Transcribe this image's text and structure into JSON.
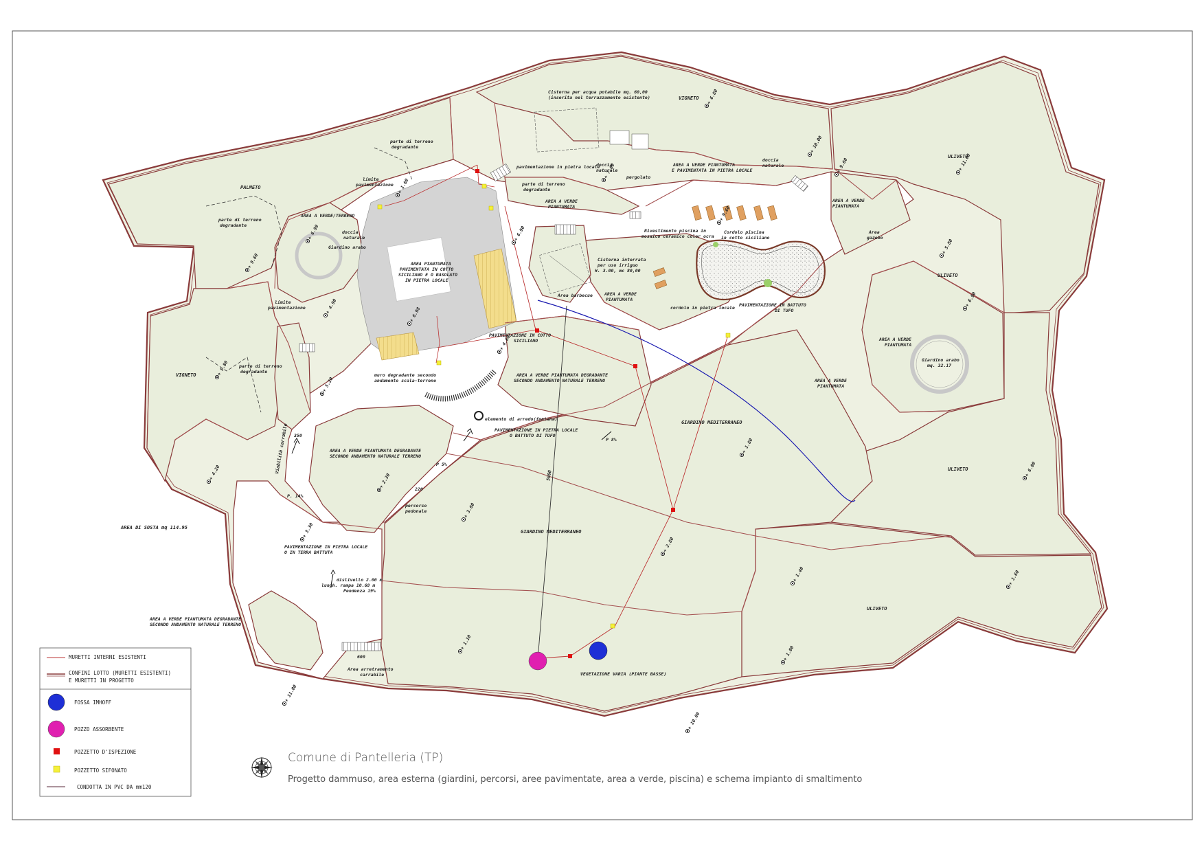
{
  "title": "Comune di Pantelleria   (TP)",
  "subtitle": "Progetto dammuso,   area esterna (giardini, percorsi, aree pavimentate, area a verde, piscina) e schema impianto di smaltimento",
  "colors": {
    "boundary": "#8a3b3b",
    "green_area": "#e9eedc",
    "paving": "#d4d4d4",
    "wood": "#f2dc8a",
    "fossa_imhoff": "#1e2fd6",
    "pozzo_assorbente": "#e020b0",
    "pozzetto_ispezione": "#e01010",
    "pozzetto_sifonato": "#f5f03a",
    "conduit": "#333333",
    "irrigation": "#1a1ab0"
  },
  "legend": {
    "items": [
      {
        "label": "MURETTI INTERNI ESISTENTI",
        "symbol": "line-thin"
      },
      {
        "label": "CONFINI LOTTO (MURETTI ESISTENTI)",
        "label2": "E MURETTI IN PROGETTO",
        "symbol": "line-double"
      },
      {
        "label": "FOSSA IMHOFF",
        "symbol": "blue-circle"
      },
      {
        "label": "POZZO ASSORBENTE",
        "symbol": "magenta-circle"
      },
      {
        "label": "POZZETTO D'ISPEZIONE",
        "symbol": "red-square"
      },
      {
        "label": "POZZETTO SIFONATO",
        "symbol": "yellow-square"
      },
      {
        "label": "CONDOTTA IN PVC DA mm120",
        "symbol": "line-dark"
      }
    ]
  },
  "labels": {
    "cisterna_acqua": "Cisterna per acqua potabile mq. 60,00",
    "cisterna_acqua2": "(inserita nel terrazzamento esistente)",
    "vigneto_top": "VIGNETO",
    "uliveto_ne": "ULIVETO",
    "uliveto_e": "ULIVETO",
    "uliveto_se": "ULIVETO",
    "uliveto_s": "ULIVETO",
    "palmeto": "PALMETO",
    "vigneto_w": "VIGNETO",
    "parte_terreno_1": "parte di terreno",
    "parte_terreno_1b": "degradante",
    "parte_terreno_2": "parte di terreno",
    "parte_terreno_2b": "degradante",
    "parte_terreno_3": "parte di terreno",
    "parte_terreno_3b": "degradante",
    "parte_terreno_4": "parte di terreno",
    "parte_terreno_4b": "degradante",
    "limite_pav_1": "limite",
    "limite_pav_1b": "pavimentazione",
    "limite_pav_2": "limite",
    "limite_pav_2b": "pavimentazione",
    "area_verde_terreno": "AREA A VERDE/TERRENO",
    "doccia_1": "doccia",
    "doccia_1b": "naturale",
    "giardino_arabo_1": "Giardino arabo",
    "area_piantumata_1": "AREA PIANTUMATA",
    "area_piantumata_2": "PAVIMENTATA IN COTTO",
    "area_piantumata_3": "SICILIANO E O BASOLATO",
    "area_piantumata_4": "IN PIETRA LOCALE",
    "pav_pietra_locale": "pavimentazione in pietra locale",
    "doccia_2": "doccia",
    "doccia_2b": "naturale",
    "pergolato": "pergolato",
    "area_verde_pavim_1": "AREA A VERDE PIANTUMATA",
    "area_verde_pavim_2": "E PAVIMENTATA IN PIETRA LOCALE",
    "doccia_3": "doccia",
    "doccia_3b": "naturale",
    "area_verde_piant_top": "AREA A VERDE",
    "area_verde_piant_top2": "PIANTUMATA",
    "area_verde_piant_ne": "AREA A VERDE",
    "area_verde_piant_ne2": "PIANTUMATA",
    "area_gazebo": "Area",
    "area_gazebo2": "gazebo",
    "rivestimento_1": "Rivestimento piscina in",
    "rivestimento_2": "mosaico ceramico color ocra",
    "cordolo_1": "Cordolo piscina",
    "cordolo_2": "in cotto siciliano",
    "cisterna_int_1": "Cisterna interrata",
    "cisterna_int_2": "per uso irriguo",
    "cisterna_int_3": "H. 3.00, mc 80,00",
    "area_barbecue": "Area barbecue",
    "area_verde_piant_c": "AREA A VERDE",
    "area_verde_piant_c2": "PIANTUMATA",
    "cordolo_pietra": "cordolo in pietra locale",
    "pav_battuto_1": "PAVIMENTAZIONE IN BATTUTO",
    "pav_battuto_2": "DI TUFO",
    "area_verde_piant_e": "AREA A VERDE",
    "area_verde_piant_e2": "PIANTUMATA",
    "giardino_arabo_2": "Giardino arabo",
    "giardino_arabo_2b": "mq. 32.17",
    "area_verde_piant_e3": "AREA A VERDE",
    "area_verde_piant_e4": "PIANTUMATA",
    "pav_cotto_1": "PAVIMENTAZIONE IN COTTO",
    "pav_cotto_2": "SICILIANO",
    "area_degradante_1": "AREA A VERDE PIANTUMATA DEGRADANTE",
    "area_degradante_1b": "SECONDO ANDAMENTO NATURALE TERRENO",
    "muro_1": "muro degradante secondo",
    "muro_2": "andamento scala-terreno",
    "elemento_arredo": "elemento di arredo(fontana)",
    "pav_locale_1": "PAVIMENTAZIONE IN PIETRA LOCALE",
    "pav_locale_2": "O BATTUTO DI TUFO",
    "p8": "P 8%",
    "giardino_med_1": "GIARDINO MEDITERRANEO",
    "area_degradante_2": "AREA A VERDE PIANTUMATA DEGRADANTE",
    "area_degradante_2b": "SECONDO ANDAMENTO NATURALE TERRENO",
    "p5": "P 5%",
    "percorso_1": "percorso",
    "percorso_2": "pedonale",
    "p14": "P. 14%",
    "viabilita": "Viabilità carrabile",
    "area_sosta": "AREA DI SOSTA mq 114.95",
    "giardino_med_2": "GIARDINO MEDITERRANEO",
    "pav_terra_1": "PAVIMENTAZIONE IN PIETRA LOCALE",
    "pav_terra_2": "O IN TERRA BATTUTA",
    "dislivello_1": "dislivello 2.00 m",
    "dislivello_2": "lungh. rampa 10.68 m",
    "dislivello_3": "Pendenza 19%",
    "area_degradante_3": "AREA A VERDE PIANTUMATA DEGRADANTE",
    "area_degradante_3b": "SECONDO ANDAMENTO NATURALE TERRENO",
    "area_arretramento_1": "Area arretramento",
    "area_arretramento_2": "carrabile",
    "vegetazione": "VEGETAZIONE VARIA (PIANTE BASSE)",
    "dim_350": "350",
    "dim_220": "220",
    "dim_5000": "5000",
    "dim_600": "600"
  },
  "elevations": [
    {
      "text": "+ 9.60"
    },
    {
      "text": "+ 9.60"
    },
    {
      "text": "+ 9.60"
    },
    {
      "text": "+ 6.98"
    },
    {
      "text": "+ 6.90"
    },
    {
      "text": "+ 7.00"
    },
    {
      "text": "+ 6.90"
    },
    {
      "text": "+ 6.98"
    },
    {
      "text": "+ 4.90"
    },
    {
      "text": "+ 5.80"
    },
    {
      "text": "+ 5.20"
    },
    {
      "text": "+ 3.30"
    },
    {
      "text": "+ 4.20"
    },
    {
      "text": "+ 1.80"
    },
    {
      "text": "+ 2.80"
    },
    {
      "text": "+ 1.40"
    },
    {
      "text": "+ 1.10"
    },
    {
      "text": "+ 1.00"
    },
    {
      "text": "+ 11.00"
    },
    {
      "text": "+ 10.00"
    },
    {
      "text": "+ 11.00"
    },
    {
      "text": "+ 1.60"
    },
    {
      "text": "+ 3.60"
    },
    {
      "text": "+ 10.00"
    },
    {
      "text": "+ 6.80"
    },
    {
      "text": "+ 5.80"
    },
    {
      "text": "+ 2.30"
    },
    {
      "text": "+ 1.60"
    },
    {
      "text": "+ 4.60"
    },
    {
      "text": "+ 6.00"
    }
  ]
}
